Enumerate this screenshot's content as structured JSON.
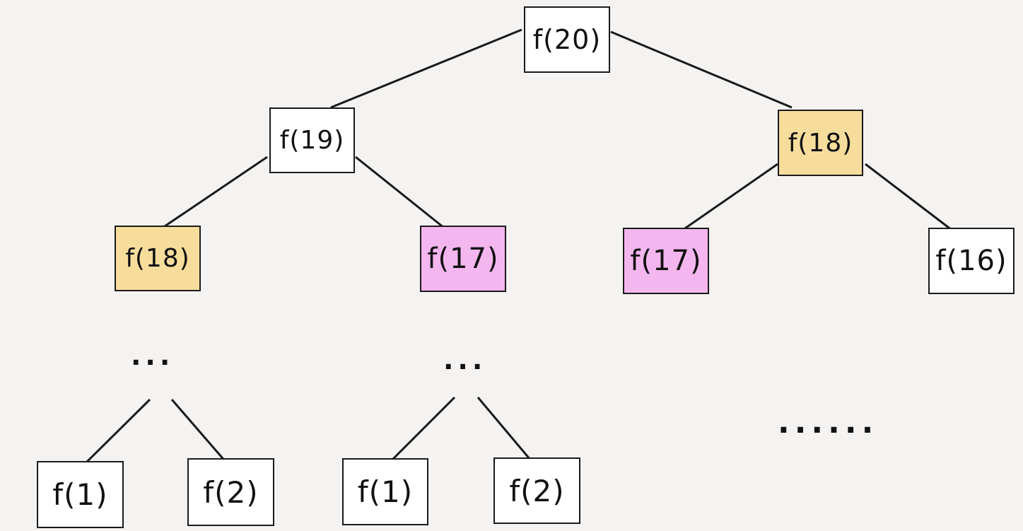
{
  "colors": {
    "background": "#f4f3f1",
    "node_default": "#ffffff",
    "node_repeat_f18": "#f6dd9c",
    "node_repeat_f17": "#f4b6ee",
    "stroke": "#1a1a1a"
  },
  "nodes": {
    "root": {
      "label": "f(20)",
      "color": "node_default"
    },
    "l1_left": {
      "label": "f(19)",
      "color": "node_default"
    },
    "l1_right": {
      "label": "f(18)",
      "color": "node_repeat_f18"
    },
    "l2_a": {
      "label": "f(18)",
      "color": "node_repeat_f18"
    },
    "l2_b": {
      "label": "f(17)",
      "color": "node_repeat_f17"
    },
    "l2_c": {
      "label": "f(17)",
      "color": "node_repeat_f17"
    },
    "l2_d": {
      "label": "f(16)",
      "color": "node_default"
    },
    "leaf_1": {
      "label": "f(1)",
      "color": "node_default"
    },
    "leaf_2": {
      "label": "f(2)",
      "color": "node_default"
    },
    "leaf_3": {
      "label": "f(1)",
      "color": "node_default"
    },
    "leaf_4": {
      "label": "f(2)",
      "color": "node_default"
    }
  },
  "ellipses": {
    "left": "...",
    "middle": "...",
    "right": "......"
  }
}
